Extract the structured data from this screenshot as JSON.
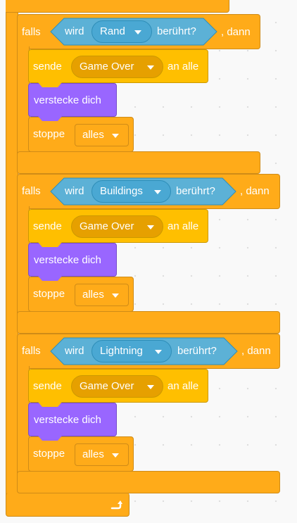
{
  "script": {
    "if_blocks": [
      {
        "if_label": "falls",
        "touching_prefix": "wird",
        "touching_target": "Rand",
        "touching_suffix": "berührt?",
        "then_label": ", dann",
        "broadcast_label": "sende",
        "broadcast_message": "Game Over",
        "broadcast_suffix": "an alle",
        "hide_label": "verstecke dich",
        "stop_label": "stoppe",
        "stop_option": "alles"
      },
      {
        "if_label": "falls",
        "touching_prefix": "wird",
        "touching_target": "Buildings",
        "touching_suffix": "berührt?",
        "then_label": ", dann",
        "broadcast_label": "sende",
        "broadcast_message": "Game Over",
        "broadcast_suffix": "an alle",
        "hide_label": "verstecke dich",
        "stop_label": "stoppe",
        "stop_option": "alles"
      },
      {
        "if_label": "falls",
        "touching_prefix": "wird",
        "touching_target": "Lightning",
        "touching_suffix": "berührt?",
        "then_label": ", dann",
        "broadcast_label": "sende",
        "broadcast_message": "Game Over",
        "broadcast_suffix": "an alle",
        "hide_label": "verstecke dich",
        "stop_label": "stoppe",
        "stop_option": "alles"
      }
    ],
    "loop_icon": "loop-arrow-icon"
  },
  "colors": {
    "control": "#FFAB19",
    "events": "#FFBF00",
    "looks": "#9966FF",
    "sensing": "#5CB1D6"
  }
}
